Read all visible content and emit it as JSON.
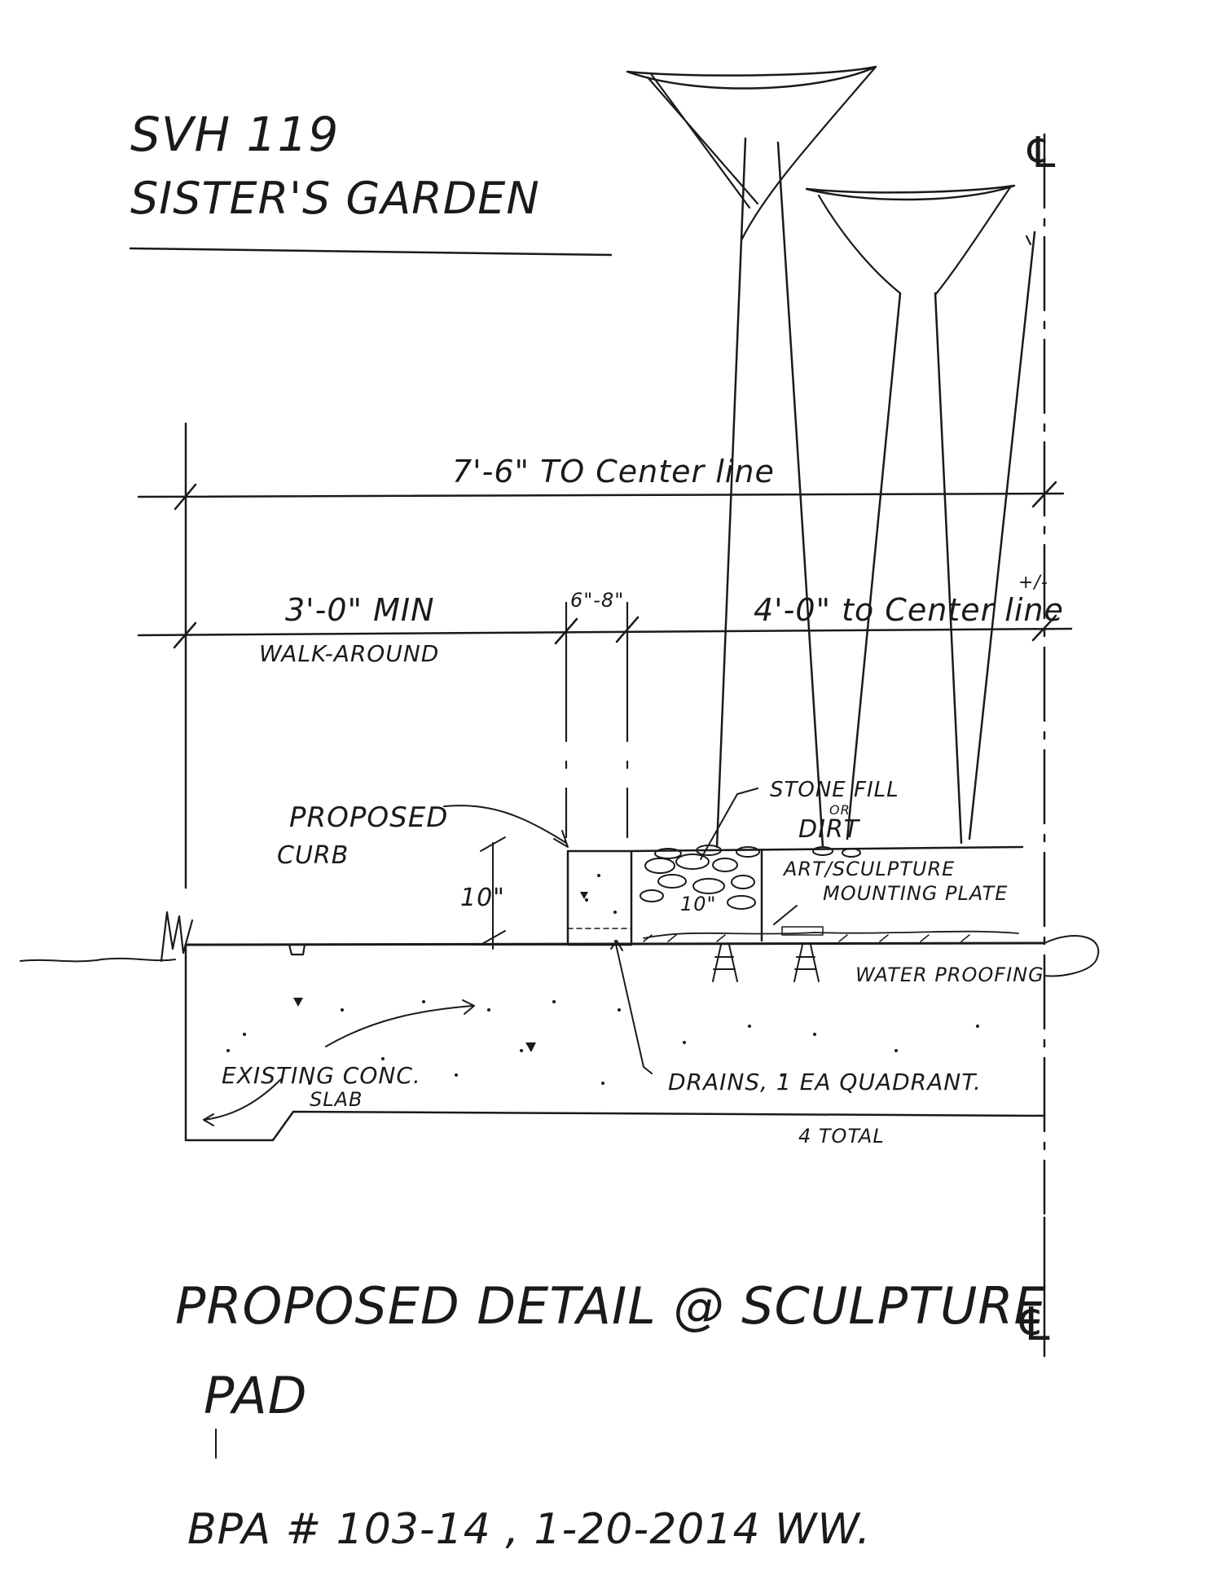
{
  "header": {
    "line1": "SVH 119",
    "line2": "SISTER'S GARDEN"
  },
  "dimensions": {
    "overall": "7'-6\" TO Center line",
    "walkaround_dim": "3'-0\" MIN",
    "walkaround_label": "WALK-AROUND",
    "curb_width": "6\"-8\"",
    "to_centerline": "4'-0\" to Center line",
    "plus_minus": "+/-",
    "curb_height": "10\"",
    "fill_depth": "10\""
  },
  "callouts": {
    "proposed": "PROPOSED",
    "curb": "CURB",
    "stone_fill": "STONE FILL",
    "or": "OR",
    "dirt": "DIRT",
    "art_sculpture": "ART/SCULPTURE",
    "mounting_plate": "MOUNTING PLATE",
    "waterproofing": "WATER PROOFING",
    "existing_conc": "EXISTING CONC.",
    "slab": "SLAB",
    "drains": "DRAINS, 1 EA QUADRANT.",
    "total": "4 TOTAL",
    "centerline_symbol": "℄"
  },
  "footer": {
    "title_line1": "PROPOSED DETAIL @ SCULPTURE",
    "title_line2": "PAD",
    "reference": "BPA # 103-14 , 1-20-2014 WW."
  },
  "colors": {
    "ink": "#1a1a1a",
    "paper": "#ffffff"
  }
}
